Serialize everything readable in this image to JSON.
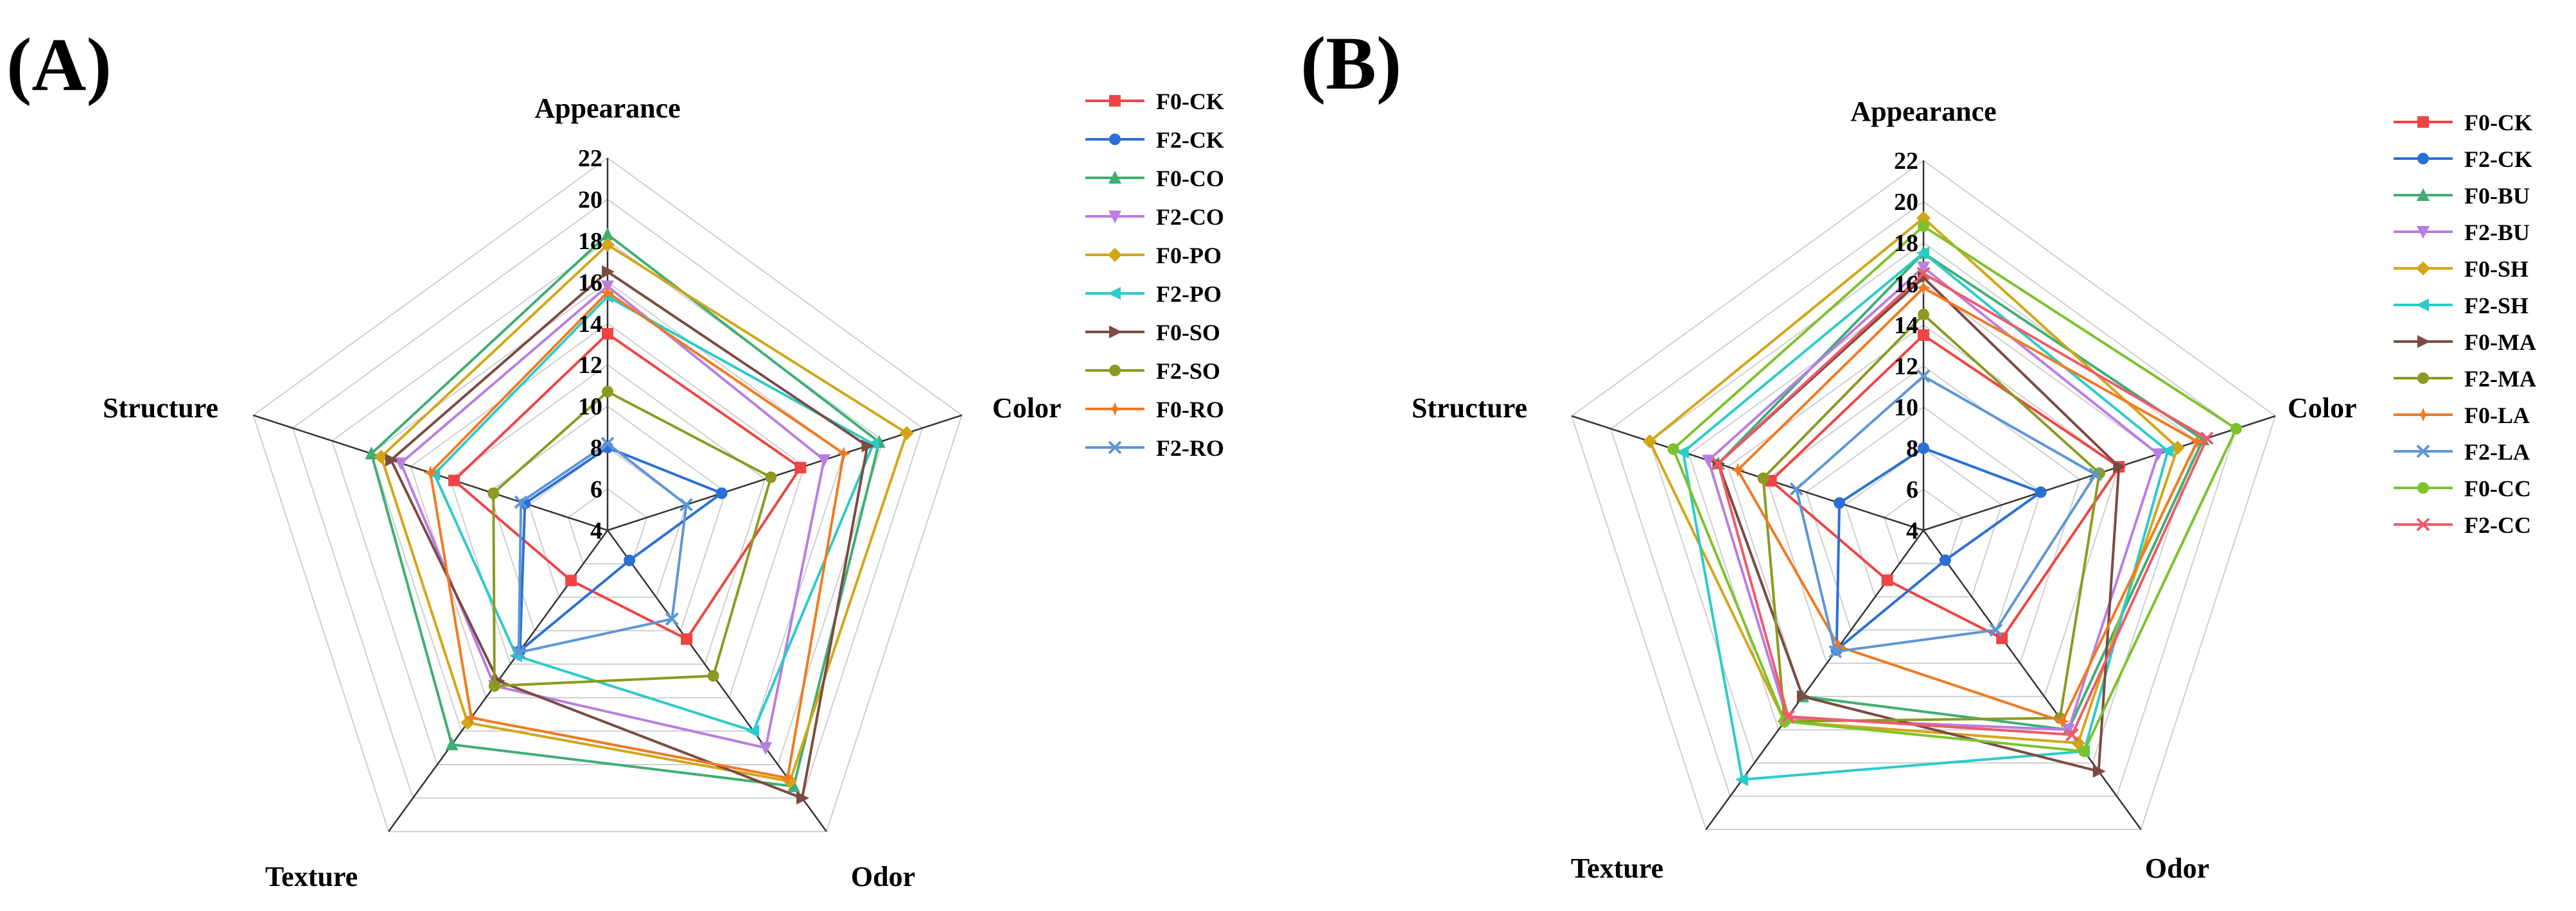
{
  "figure": {
    "panels": [
      {
        "label": "(A)"
      },
      {
        "label": "(B)"
      }
    ]
  },
  "chart_data": [
    {
      "type": "radar",
      "panel": "(A)",
      "title": "",
      "axes": [
        "Appearance",
        "Color",
        "Odor",
        "Texture",
        "Structure"
      ],
      "rlim": [
        4,
        22
      ],
      "ticks": [
        "4",
        "6",
        "8",
        "10",
        "12",
        "14",
        "16",
        "18",
        "20",
        "22"
      ],
      "grid": true,
      "legend_position": "right",
      "series": [
        {
          "name": "F0-CK",
          "color": "#ef4444",
          "marker": "square",
          "values": [
            13.5,
            13.8,
            10.5,
            7.0,
            11.8
          ]
        },
        {
          "name": "F2-CK",
          "color": "#2b6fd6",
          "marker": "circle",
          "values": [
            8.0,
            9.8,
            5.8,
            11.2,
            8.2
          ]
        },
        {
          "name": "F0-CO",
          "color": "#3fae74",
          "marker": "triangle",
          "values": [
            18.3,
            17.8,
            19.3,
            16.8,
            16.0
          ]
        },
        {
          "name": "F2-CO",
          "color": "#b97ee0",
          "marker": "tri-down",
          "values": [
            15.8,
            15.0,
            17.0,
            13.3,
            14.5
          ]
        },
        {
          "name": "F0-PO",
          "color": "#d2a617",
          "marker": "diamond",
          "values": [
            17.8,
            19.2,
            19.0,
            15.5,
            15.5
          ]
        },
        {
          "name": "F2-PO",
          "color": "#2ccbc9",
          "marker": "tri-left",
          "values": [
            15.3,
            17.5,
            16.0,
            11.5,
            12.8
          ]
        },
        {
          "name": "F0-SO",
          "color": "#7b4b42",
          "marker": "tri-right",
          "values": [
            16.5,
            17.2,
            20.0,
            13.0,
            15.0
          ]
        },
        {
          "name": "F2-SO",
          "color": "#8c9a20",
          "marker": "hexagon",
          "values": [
            10.7,
            12.3,
            12.7,
            13.3,
            9.8
          ]
        },
        {
          "name": "F0-RO",
          "color": "#f07a22",
          "marker": "star",
          "values": [
            15.5,
            16.0,
            18.8,
            15.2,
            13.0
          ]
        },
        {
          "name": "F2-RO",
          "color": "#5d96d6",
          "marker": "cross",
          "values": [
            8.2,
            8.0,
            9.3,
            11.3,
            8.4
          ]
        }
      ]
    },
    {
      "type": "radar",
      "panel": "(B)",
      "title": "",
      "axes": [
        "Appearance",
        "Color",
        "Odor",
        "Texture",
        "Structure"
      ],
      "rlim": [
        4,
        22
      ],
      "ticks": [
        "4",
        "6",
        "8",
        "10",
        "12",
        "14",
        "16",
        "18",
        "20",
        "22"
      ],
      "grid": true,
      "legend_position": "right",
      "series": [
        {
          "name": "F0-CK",
          "color": "#ef4444",
          "marker": "square",
          "values": [
            13.5,
            14.0,
            10.5,
            7.0,
            11.8
          ]
        },
        {
          "name": "F2-CK",
          "color": "#2b6fd6",
          "marker": "circle",
          "values": [
            8.0,
            10.0,
            5.8,
            11.2,
            8.3
          ]
        },
        {
          "name": "F0-BU",
          "color": "#3fae74",
          "marker": "triangle",
          "values": [
            17.5,
            18.3,
            16.0,
            14.0,
            14.5
          ]
        },
        {
          "name": "F2-BU",
          "color": "#b97ee0",
          "marker": "tri-down",
          "values": [
            16.8,
            16.0,
            16.0,
            15.3,
            15.0
          ]
        },
        {
          "name": "F0-SH",
          "color": "#d2a617",
          "marker": "diamond",
          "values": [
            19.2,
            17.0,
            16.8,
            15.5,
            18.0
          ]
        },
        {
          "name": "F2-SH",
          "color": "#2ccbc9",
          "marker": "tri-left",
          "values": [
            17.5,
            16.5,
            17.3,
            19.0,
            16.3
          ]
        },
        {
          "name": "F0-MA",
          "color": "#7b4b42",
          "marker": "tri-right",
          "values": [
            16.3,
            14.0,
            18.5,
            14.0,
            14.5
          ]
        },
        {
          "name": "F2-MA",
          "color": "#8c9a20",
          "marker": "hexagon",
          "values": [
            14.5,
            13.0,
            15.3,
            15.5,
            12.2
          ]
        },
        {
          "name": "F0-LA",
          "color": "#f07a22",
          "marker": "star",
          "values": [
            15.8,
            18.0,
            15.5,
            11.0,
            13.5
          ]
        },
        {
          "name": "F2-LA",
          "color": "#5d96d6",
          "marker": "cross",
          "values": [
            11.5,
            12.8,
            10.0,
            11.3,
            10.5
          ]
        },
        {
          "name": "F0-CC",
          "color": "#7cc22c",
          "marker": "circle",
          "values": [
            18.8,
            20.0,
            17.3,
            15.5,
            16.8
          ]
        },
        {
          "name": "F2-CC",
          "color": "#f05a6a",
          "marker": "cross",
          "values": [
            16.5,
            18.5,
            16.3,
            15.2,
            14.5
          ]
        }
      ]
    }
  ]
}
